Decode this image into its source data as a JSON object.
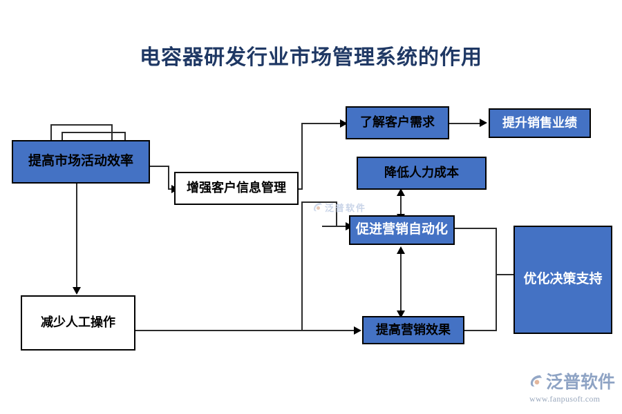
{
  "title": "电容器研发行业市场管理系统的作用",
  "theme": {
    "title_color": "#1F3864",
    "box_blue": "#4472C4",
    "box_white": "#FFFFFF",
    "border": "#000000",
    "line": "#2b2b2b",
    "logo_color": "#8ea3c4"
  },
  "nodes": [
    {
      "id": "improve-efficiency",
      "label": "提高市场活动效率",
      "fill": "blue",
      "text": "black"
    },
    {
      "id": "customer-info",
      "label": "增强客户信息管理",
      "fill": "white",
      "text": "black"
    },
    {
      "id": "understand-needs",
      "label": "了解客户需求",
      "fill": "blue",
      "text": "black"
    },
    {
      "id": "boost-sales",
      "label": "提升销售业绩",
      "fill": "blue",
      "text": "white"
    },
    {
      "id": "reduce-labor-cost",
      "label": "降低人力成本",
      "fill": "blue",
      "text": "black"
    },
    {
      "id": "marketing-automation",
      "label": "促进营销自动化",
      "fill": "blue",
      "text": "white"
    },
    {
      "id": "optimize-decision",
      "label": "优化决策支持",
      "fill": "blue",
      "text": "white"
    },
    {
      "id": "marketing-results",
      "label": "提高营销效果",
      "fill": "blue",
      "text": "black"
    },
    {
      "id": "reduce-manual-work",
      "label": "减少人工操作",
      "fill": "white",
      "text": "black"
    }
  ],
  "watermark": {
    "text": "泛普软件"
  },
  "logo": {
    "name": "泛普软件",
    "url": "www.fanpusoft.com"
  }
}
